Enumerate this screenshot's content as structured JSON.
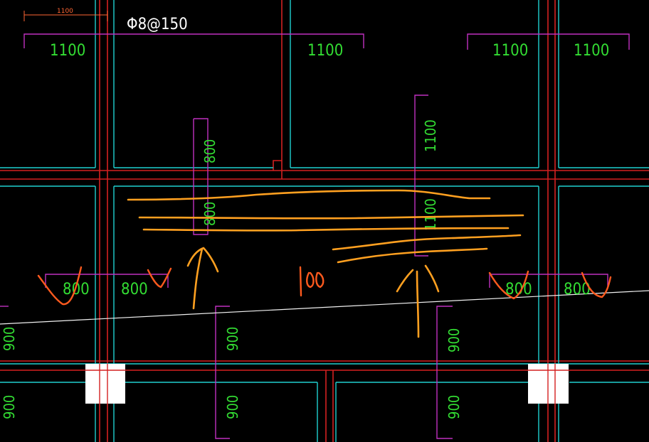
{
  "drawing": {
    "rebar_label": "Φ8@150",
    "small_dim_label": "1100",
    "handwritten_note": "100"
  },
  "dims_top": [
    "1100",
    "1100",
    "1100",
    "1100"
  ],
  "dims_middle_vertical": [
    "800",
    "1100"
  ],
  "dims_inside_slab": [
    "800",
    "1100"
  ],
  "dims_side_horizontal": [
    "800",
    "800",
    "800",
    "800"
  ],
  "dims_lower_vertical": [
    "900",
    "900",
    "900",
    "900",
    "900",
    "900"
  ],
  "colors": {
    "background": "#000000",
    "beam_line": "#d42020",
    "slab_edge": "#20d0d0",
    "dimension_line": "#c030c0",
    "dimension_text": "#33dd33",
    "markup_orange": "#ffa020",
    "markup_red": "#ff5a1e",
    "column_fill": "#ffffff"
  }
}
